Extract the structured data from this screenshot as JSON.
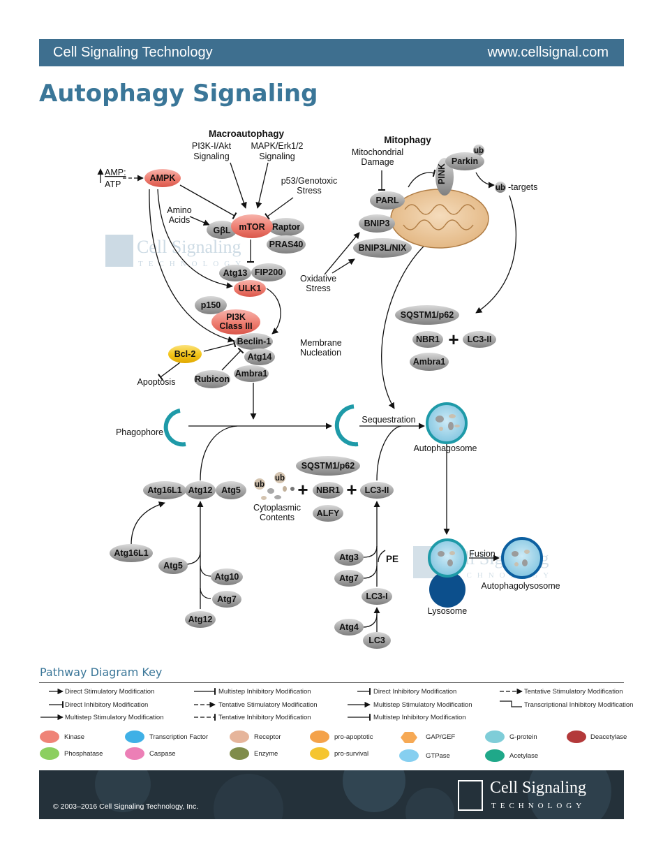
{
  "header": {
    "brand": "Cell Signaling Technology",
    "url": "www.cellsignal.com"
  },
  "title": "Autophagy Signaling",
  "watermark": {
    "name": "Cell Signaling",
    "sub": "TECHNOLOGY"
  },
  "labels": {
    "macroautophagy": "Macroautophagy",
    "pi3k_akt_1": "PI3K-I/Akt",
    "pi3k_akt_2": "Signaling",
    "mapk_1": "MAPK/Erk1/2",
    "mapk_2": "Signaling",
    "p53_1": "p53/Genotoxic",
    "p53_2": "Stress",
    "amp": "AMP:",
    "atp": "ATP",
    "amino_1": "Amino",
    "amino_2": "Acids",
    "mitophagy": "Mitophagy",
    "mito_damage_1": "Mitochondrial",
    "mito_damage_2": "Damage",
    "ub_targets": "-targets",
    "oxidative_1": "Oxidative",
    "oxidative_2": "Stress",
    "membrane_1": "Membrane",
    "membrane_2": "Nucleation",
    "apoptosis": "Apoptosis",
    "phagophore": "Phagophore",
    "sequestration": "Sequestration",
    "autophagosome": "Autophagosome",
    "cytoplasmic_1": "Cytoplasmic",
    "cytoplasmic_2": "Contents",
    "fusion": "Fusion",
    "autophagolysosome": "Autophagolysosome",
    "lysosome": "Lysosome",
    "pe": "PE",
    "ub": "ub"
  },
  "nodes": {
    "ampk": "AMPK",
    "mtor": "mTOR",
    "gbl": "GβL",
    "raptor": "Raptor",
    "pras40": "PRAS40",
    "atg13": "Atg13",
    "fip200": "FIP200",
    "ulk1": "ULK1",
    "p150": "p150",
    "pi3k_1": "PI3K",
    "pi3k_2": "Class III",
    "beclin1": "Beclin-1",
    "atg14": "Atg14",
    "ambra1": "Ambra1",
    "rubicon": "Rubicon",
    "bcl2": "Bcl-2",
    "parl": "PARL",
    "bnip3": "BNIP3",
    "bnip3l": "BNIP3L/NIX",
    "pink": "PINK",
    "parkin": "Parkin",
    "sqstm1_top": "SQSTM1/p62",
    "nbr1_top": "NBR1",
    "lc3ii_top": "LC3-II",
    "ambra1_top": "Ambra1",
    "atg16l1_a": "Atg16L1",
    "atg12_a": "Atg12",
    "atg5_a": "Atg5",
    "atg16l1_b": "Atg16L1",
    "atg5_b": "Atg5",
    "atg10": "Atg10",
    "atg7_a": "Atg7",
    "atg12_b": "Atg12",
    "sqstm1_bot": "SQSTM1/p62",
    "nbr1_bot": "NBR1",
    "alfy": "ALFY",
    "lc3ii_bot": "LC3-II",
    "atg3": "Atg3",
    "atg7_b": "Atg7",
    "lc3i": "LC3-I",
    "atg4": "Atg4",
    "lc3": "LC3"
  },
  "key": {
    "title": "Pathway Diagram Key",
    "arrows": [
      "Direct Stimulatory Modification",
      "Multistep Inhibitory Modification",
      "Direct Inhibitory Modification",
      "Tentative Stimulatory Modification",
      "Direct Inhibitory Modification",
      "Tentative Stimulatory Modification",
      "Multistep Stimulatory Modification",
      "Transcriptional Inhibitory Modification",
      "Multistep Stimulatory Modification",
      "Tentative Inhibitory Modification",
      "Multistep Inhibitory Modification"
    ],
    "legend": [
      {
        "label": "Kinase",
        "color": "#ef8377"
      },
      {
        "label": "Transcription Factor",
        "color": "#3fb0e6"
      },
      {
        "label": "Receptor",
        "color": "#e6b59b"
      },
      {
        "label": "pro-apoptotic",
        "color": "#f4a24a"
      },
      {
        "label": "GAP/GEF",
        "color": "#f6a955"
      },
      {
        "label": "G-protein",
        "color": "#7fcdd8"
      },
      {
        "label": "Deacetylase",
        "color": "#b3393a"
      },
      {
        "label": "Phosphatase",
        "color": "#8ccf5f"
      },
      {
        "label": "Caspase",
        "color": "#ec7fb6"
      },
      {
        "label": "Enzyme",
        "color": "#7f8c4a"
      },
      {
        "label": "pro-survival",
        "color": "#f5c530"
      },
      {
        "label": "GTPase",
        "color": "#86cff0"
      },
      {
        "label": "Acetylase",
        "color": "#1fa889"
      }
    ]
  },
  "footer": {
    "copyright": "© 2003–2016 Cell Signaling Technology, Inc.",
    "logo": "Cell Signaling",
    "logo_sub": "TECHNOLOGY"
  }
}
